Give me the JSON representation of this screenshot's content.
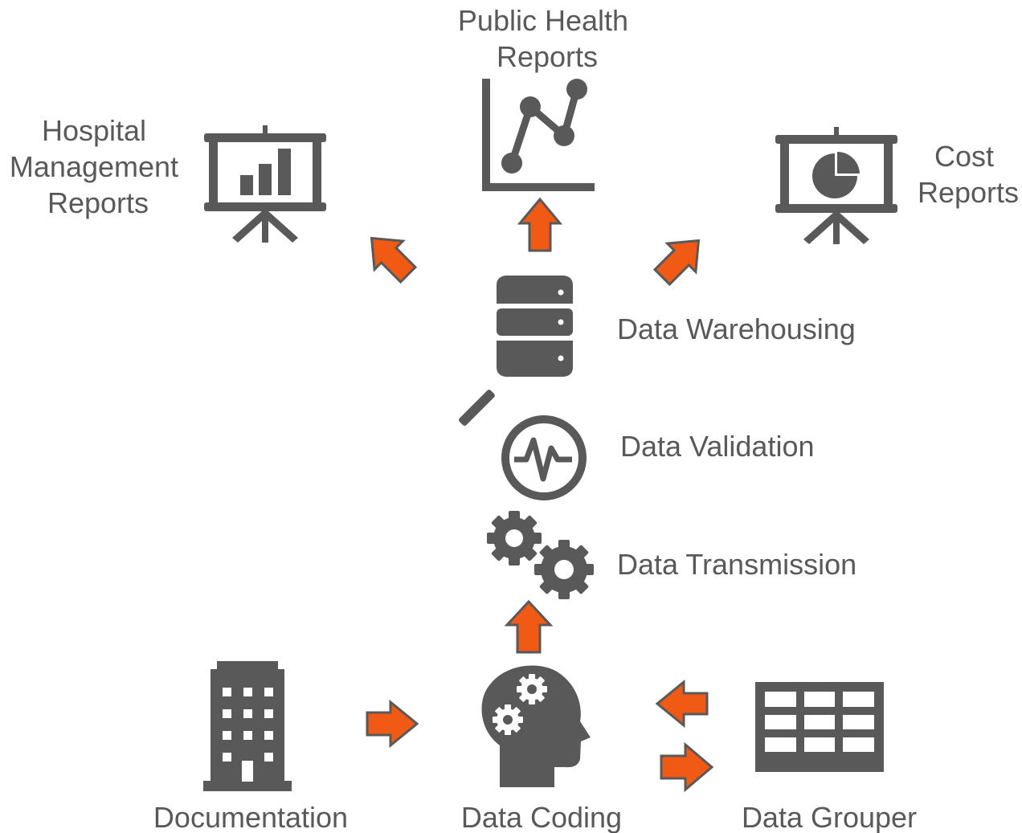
{
  "colors": {
    "icon": "#595959",
    "arrow": "#F05A14",
    "arrow_outline": "#595959",
    "text": "#595959"
  },
  "nodes": {
    "documentation": {
      "label": "Documentation",
      "icon": "office-building-icon"
    },
    "data_coding": {
      "label": "Data Coding",
      "icon": "head-with-gears-icon"
    },
    "data_grouper": {
      "label": "Data Grouper",
      "icon": "grid-table-icon"
    },
    "data_transmission": {
      "label": "Data Transmission",
      "icon": "gears-icon"
    },
    "data_validation": {
      "label": "Data Validation",
      "icon": "magnifier-pulse-icon"
    },
    "data_warehousing": {
      "label": "Data Warehousing",
      "icon": "database-icon"
    },
    "hospital_management_reports": {
      "label_lines": [
        "Hospital",
        "Management",
        "Reports"
      ],
      "icon": "presentation-bar-chart-icon"
    },
    "public_health_reports": {
      "label_lines": [
        "Public Health",
        "Reports"
      ],
      "icon": "line-chart-icon"
    },
    "cost_reports": {
      "label_lines": [
        "Cost",
        "Reports"
      ],
      "icon": "presentation-pie-chart-icon"
    }
  },
  "edges": [
    {
      "from": "Documentation",
      "to": "Data Coding"
    },
    {
      "from": "Data Grouper",
      "to": "Data Coding"
    },
    {
      "from": "Data Coding",
      "to": "Data Grouper"
    },
    {
      "from": "Data Coding",
      "to": "Data Transmission"
    },
    {
      "from": "Data Warehousing",
      "to": "Public Health Reports"
    },
    {
      "from": "Data Warehousing",
      "to": "Hospital Management Reports"
    },
    {
      "from": "Data Warehousing",
      "to": "Cost Reports"
    }
  ]
}
